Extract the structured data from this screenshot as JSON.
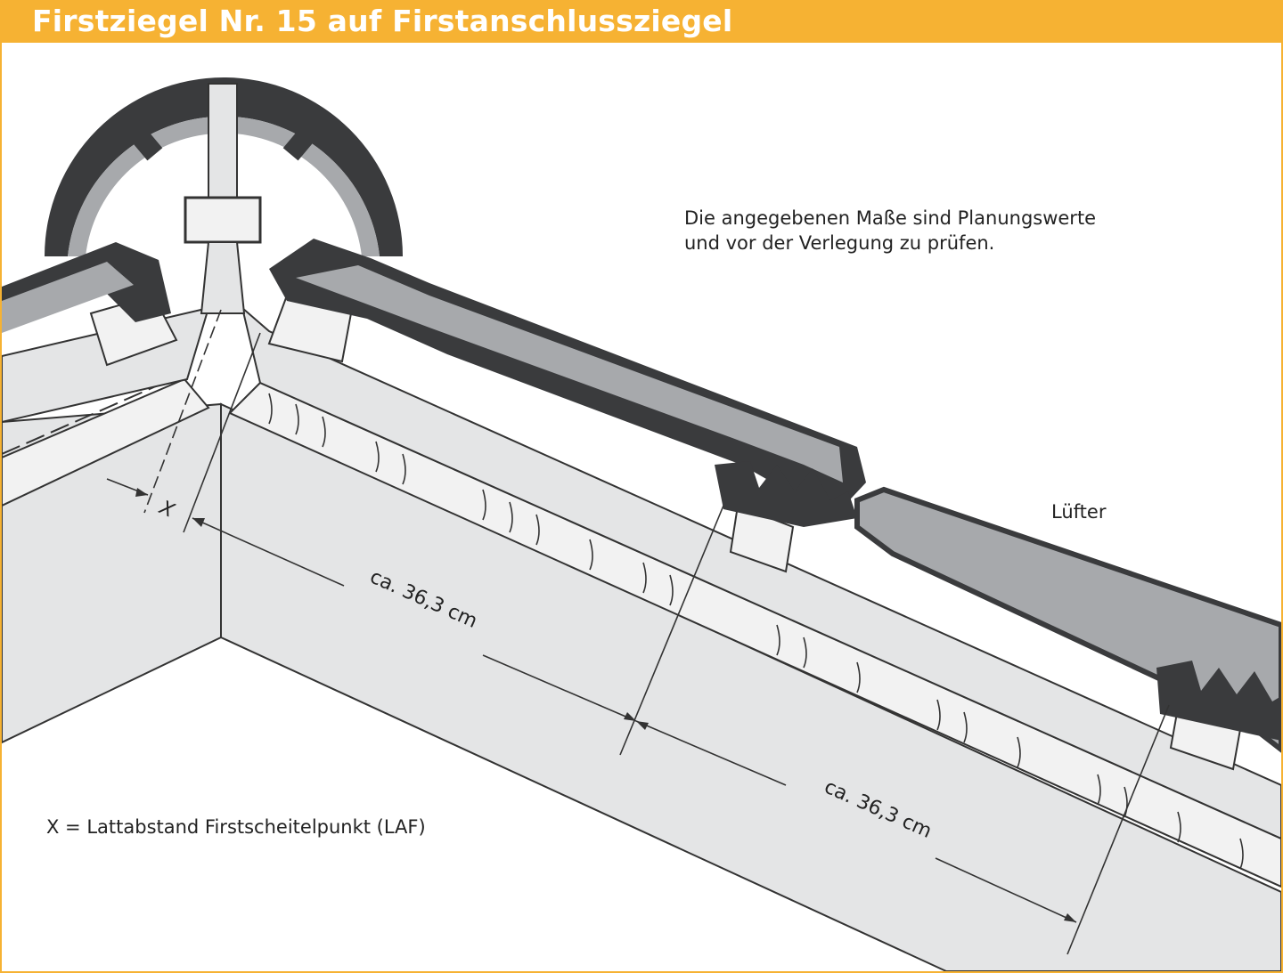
{
  "title": "Firstziegel Nr. 15 auf Firstanschlussziegel",
  "note": {
    "line1": "Die angegebenen Maße sind Planungswerte",
    "line2": "und vor der Verlegung zu prüfen."
  },
  "labels": {
    "fan": "Lüfter",
    "x_mark": "X",
    "dimension_1": "ca. 36,3 cm",
    "dimension_2": "ca. 36,3 cm",
    "legend": "X = Lattabstand Firstscheitelpunkt (LAF)"
  },
  "colors": {
    "accent": "#f6b233",
    "tile_dark": "#3a3b3d",
    "tile_mid": "#a7a9ac",
    "panel_light": "#e4e5e6"
  }
}
